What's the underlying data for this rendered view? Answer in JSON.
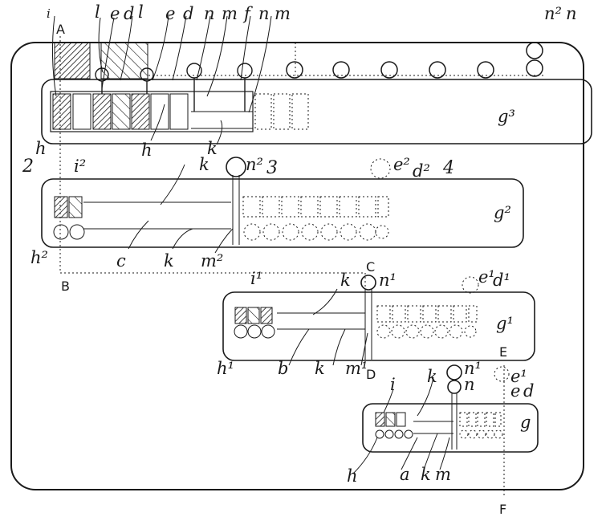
{
  "figure": {
    "section_numbers": [
      "2",
      "3",
      "4"
    ],
    "section_letters": [
      "A",
      "B",
      "C",
      "D",
      "E",
      "F"
    ],
    "panel_labels": [
      "g³",
      "g²",
      "g¹",
      "g"
    ],
    "part_labels": {
      "top": [
        "i",
        "l",
        "e",
        "d",
        "l",
        "e",
        "d",
        "n",
        "m",
        "f",
        "n",
        "m",
        "n²",
        "n",
        "h",
        "h",
        "k",
        "k"
      ],
      "panel2": [
        "i²",
        "n²",
        "e²",
        "d²",
        "h²",
        "c",
        "k",
        "m²"
      ],
      "panel1": [
        "i¹",
        "n¹",
        "e¹",
        "d¹",
        "k",
        "h¹",
        "b",
        "k",
        "m¹"
      ],
      "panel0": [
        "n¹",
        "k",
        "n",
        "e¹",
        "e",
        "d",
        "i",
        "h",
        "a",
        "k",
        "m"
      ]
    }
  }
}
